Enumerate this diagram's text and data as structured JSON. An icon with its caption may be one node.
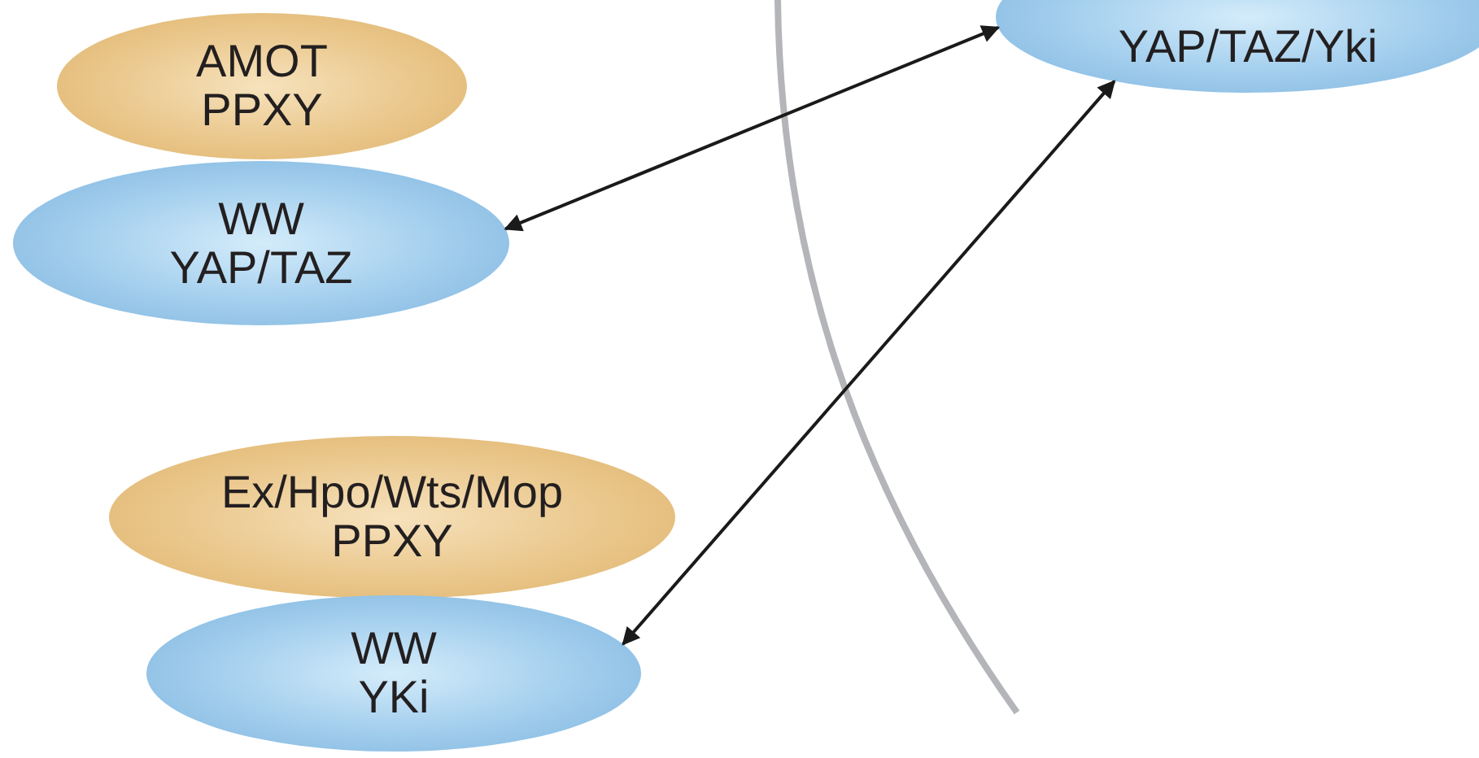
{
  "diagram": {
    "nodes": [
      {
        "text": [
          "YAP/TAZ/Yki"
        ]
      },
      {
        "text": [
          "AMOT",
          "PPXY"
        ]
      },
      {
        "text": [
          "WW",
          "YAP/TAZ"
        ]
      },
      {
        "text": [
          "Ex/Hpo/Wts/Mop",
          "PPXY"
        ]
      },
      {
        "text": [
          "WW",
          "YKi"
        ]
      }
    ],
    "edges": [
      {
        "from": 2,
        "to": 0,
        "arrow": "both"
      },
      {
        "from": 4,
        "to": 0,
        "arrow": "both"
      }
    ]
  }
}
